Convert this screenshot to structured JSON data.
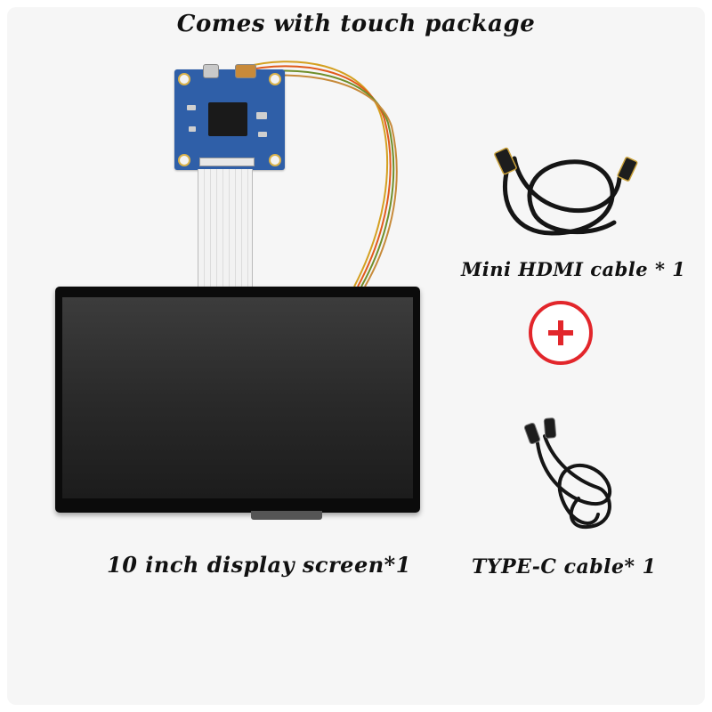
{
  "title": "Comes with touch package",
  "items": {
    "hdmi_cable_label": "Mini HDMI cable * 1",
    "display_label": "10 inch display screen*1",
    "typec_cable_label": "TYPE-C cable* 1"
  },
  "icons": {
    "plus": "plus-icon"
  },
  "colors": {
    "plus_accent": "#e2262b",
    "pcb": "#2f5fa8"
  }
}
